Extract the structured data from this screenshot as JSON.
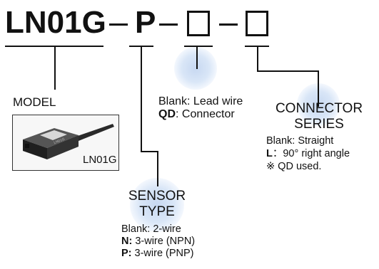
{
  "title": {
    "model_code": "LN01G",
    "sep1": "—",
    "type_code": "P",
    "sep2": "—",
    "sep3": "—"
  },
  "model": {
    "heading": "MODEL",
    "image_caption": "LN01G",
    "device_label": "LN01G"
  },
  "sensor_type": {
    "heading_line1": "SENSOR",
    "heading_line2": "TYPE",
    "options": [
      {
        "code": "",
        "text": "Blank: 2-wire"
      },
      {
        "code": "N:",
        "text": " 3-wire (NPN)"
      },
      {
        "code": "P:",
        "text": " 3-wire (PNP)"
      }
    ]
  },
  "cable": {
    "options": [
      {
        "code": "",
        "text": "Blank: Lead wire"
      },
      {
        "code": "QD",
        "text": ": Connector"
      }
    ]
  },
  "connector_series": {
    "heading_line1": "CONNECTOR",
    "heading_line2": "SERIES",
    "options": [
      {
        "code": "",
        "text": "Blank: Straight"
      },
      {
        "code": "L",
        "text": "：90° right angle"
      },
      {
        "code": "",
        "text": "※ QD used."
      }
    ]
  }
}
